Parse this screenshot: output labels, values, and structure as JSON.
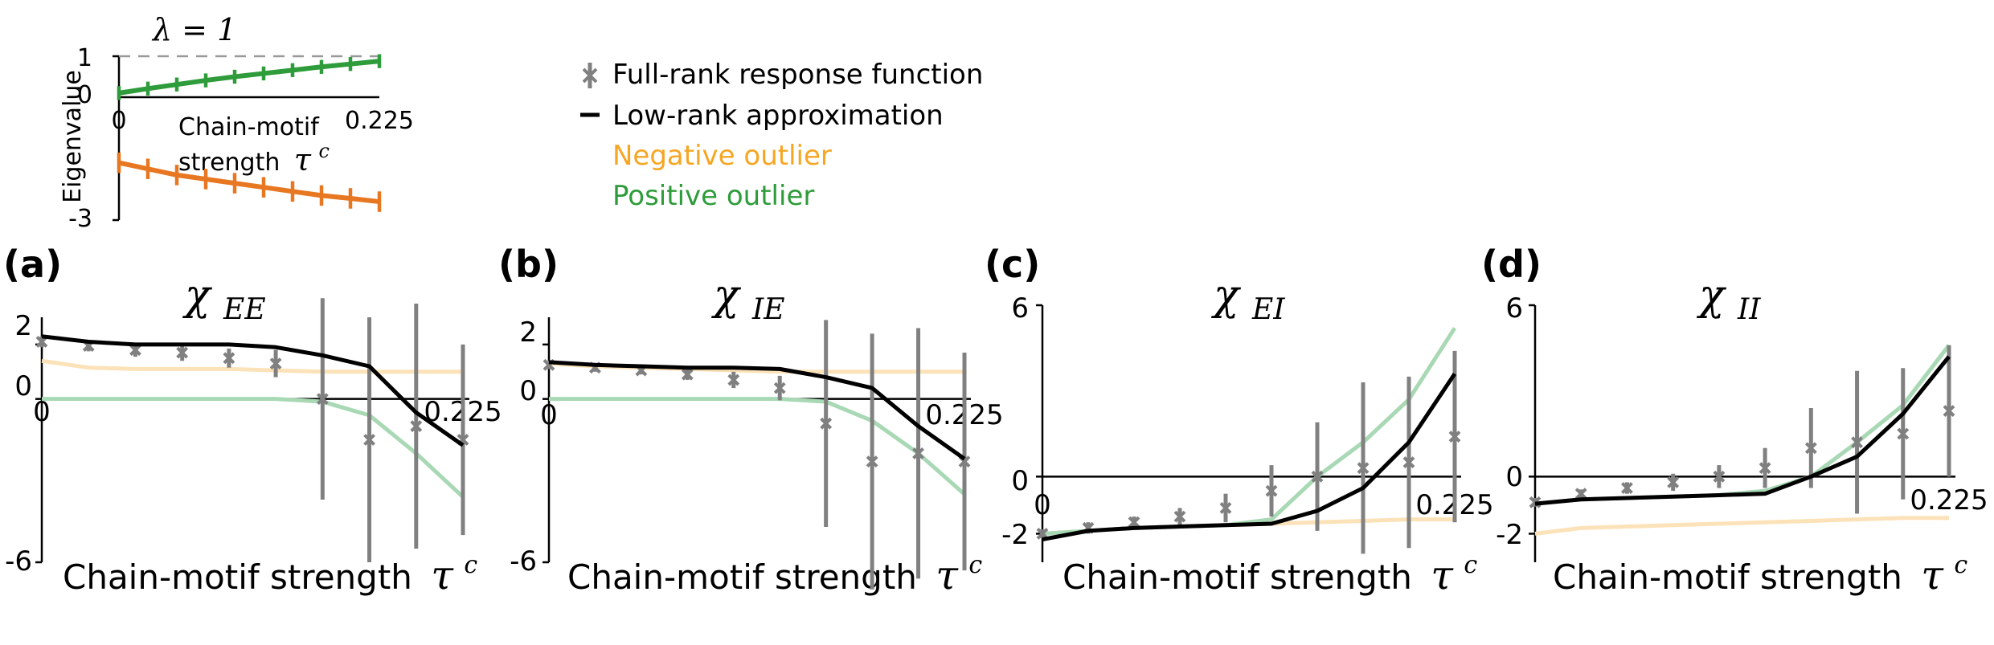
{
  "colors": {
    "fullrank": "#808080",
    "lowrank": "#000000",
    "negative": "#f6a623",
    "positive": "#2e9c3a",
    "inset_negative": "#e87722",
    "inset_positive": "#2e9c3a",
    "negative_faint": "#fce2b8",
    "positive_faint": "#a8d8b4",
    "dashed": "#999999"
  },
  "legend": {
    "items": [
      {
        "label": "Full-rank response function",
        "marker": "x-errorbar",
        "color": "#808080"
      },
      {
        "label": "Low-rank approximation",
        "marker": "line",
        "color": "#000000"
      },
      {
        "label": "Negative outlier",
        "marker": "none",
        "color": "#f6a623"
      },
      {
        "label": "Positive outlier",
        "marker": "none",
        "color": "#2e9c3a"
      }
    ]
  },
  "chart_data": [
    {
      "type": "line",
      "id": "inset",
      "title": "λ = 1",
      "xlabel_line1": "Chain-motif",
      "xlabel_line2": "strength",
      "xlabel_symbol": "τ",
      "xlabel_sup": "c",
      "ylabel": "Eigenvalue",
      "xlim": [
        0,
        0.225
      ],
      "ylim": [
        -3,
        1
      ],
      "x_tick_labels": [
        "0",
        "0.225"
      ],
      "y_tick_labels": [
        "1",
        "0",
        "-3"
      ],
      "x": [
        0,
        0.025,
        0.05,
        0.075,
        0.1,
        0.125,
        0.15,
        0.175,
        0.2,
        0.225
      ],
      "series": [
        {
          "key": "positive",
          "values": [
            0.1,
            0.21,
            0.31,
            0.41,
            0.5,
            0.58,
            0.66,
            0.74,
            0.81,
            0.88
          ],
          "err": 0.17
        },
        {
          "key": "negative",
          "values": [
            -1.6,
            -1.75,
            -1.9,
            -2.0,
            -2.1,
            -2.2,
            -2.3,
            -2.4,
            -2.47,
            -2.55
          ],
          "err": 0.25
        }
      ],
      "reference_line": 1
    },
    {
      "type": "line",
      "id": "a",
      "panel": "(a)",
      "title_symbol": "χ",
      "title_sub": "EE",
      "xlabel": "Chain-motif strength",
      "xlabel_symbol": "τ",
      "xlabel_sup": "c",
      "xlim": [
        0,
        0.225
      ],
      "ylim": [
        -6,
        3
      ],
      "x_tick_labels": [
        "0",
        "0.225"
      ],
      "y_tick_labels": [
        "2",
        "0",
        "-6"
      ],
      "x": [
        0,
        0.025,
        0.05,
        0.075,
        0.1,
        0.125,
        0.15,
        0.175,
        0.2,
        0.225
      ],
      "fullrank": {
        "values": [
          2.1,
          1.95,
          1.8,
          1.7,
          1.5,
          1.3,
          0.0,
          -1.5,
          -1.0,
          -1.5
        ],
        "err": [
          0.2,
          0.2,
          0.25,
          0.3,
          0.35,
          0.5,
          3.7,
          4.5,
          4.5,
          3.5
        ]
      },
      "lowrank": [
        2.3,
        2.1,
        2.0,
        2.0,
        2.0,
        1.9,
        1.6,
        1.2,
        -0.5,
        -1.7
      ],
      "negative": [
        1.4,
        1.15,
        1.1,
        1.1,
        1.1,
        1.05,
        1.0,
        1.0,
        1.0,
        1.0
      ],
      "positive": [
        0,
        0,
        0,
        0,
        0,
        0,
        -0.1,
        -0.6,
        -2.0,
        -3.6
      ]
    },
    {
      "type": "line",
      "id": "b",
      "panel": "(b)",
      "title_symbol": "χ",
      "title_sub": "IE",
      "xlabel": "Chain-motif strength",
      "xlabel_symbol": "τ",
      "xlabel_sup": "c",
      "xlim": [
        0,
        0.225
      ],
      "ylim": [
        -6,
        3
      ],
      "x_tick_labels": [
        "0",
        "0.225"
      ],
      "y_tick_labels": [
        "2",
        "0",
        "-6"
      ],
      "x": [
        0,
        0.025,
        0.05,
        0.075,
        0.1,
        0.125,
        0.15,
        0.175,
        0.2,
        0.225
      ],
      "fullrank": {
        "values": [
          1.25,
          1.15,
          1.05,
          0.9,
          0.7,
          0.4,
          -0.9,
          -2.3,
          -2.0,
          -2.3
        ],
        "err": [
          0.15,
          0.15,
          0.15,
          0.2,
          0.3,
          0.45,
          3.8,
          4.7,
          4.6,
          4.0
        ]
      },
      "lowrank": [
        1.35,
        1.25,
        1.2,
        1.15,
        1.15,
        1.1,
        0.8,
        0.4,
        -1.0,
        -2.2
      ],
      "negative": [
        1.3,
        1.2,
        1.15,
        1.1,
        1.05,
        1.0,
        1.0,
        1.0,
        1.0,
        1.0
      ],
      "positive": [
        0,
        0,
        0,
        0,
        0,
        0,
        -0.1,
        -0.8,
        -2.0,
        -3.5
      ]
    },
    {
      "type": "line",
      "id": "c",
      "panel": "(c)",
      "title_symbol": "χ",
      "title_sub": "EI",
      "xlabel": "Chain-motif strength",
      "xlabel_symbol": "τ",
      "xlabel_sup": "c",
      "xlim": [
        0,
        0.225
      ],
      "ylim": [
        -3,
        6
      ],
      "x_tick_labels": [
        "0",
        "0.225"
      ],
      "y_tick_labels": [
        "6",
        "0",
        "-2"
      ],
      "x": [
        0,
        0.025,
        0.05,
        0.075,
        0.1,
        0.125,
        0.15,
        0.175,
        0.2,
        0.225
      ],
      "fullrank": {
        "values": [
          -2.0,
          -1.8,
          -1.6,
          -1.4,
          -1.1,
          -0.5,
          0.0,
          0.3,
          0.5,
          1.4
        ],
        "err": [
          0.15,
          0.2,
          0.2,
          0.3,
          0.5,
          0.9,
          1.9,
          3.0,
          3.0,
          3.0
        ]
      },
      "lowrank": [
        -2.2,
        -1.9,
        -1.8,
        -1.75,
        -1.7,
        -1.65,
        -1.2,
        -0.4,
        1.2,
        3.6
      ],
      "negative": [
        -2.0,
        -1.9,
        -1.8,
        -1.75,
        -1.7,
        -1.65,
        -1.6,
        -1.55,
        -1.5,
        -1.5
      ],
      "positive": [
        -2.0,
        -1.9,
        -1.8,
        -1.75,
        -1.7,
        -1.5,
        0.0,
        1.2,
        2.7,
        5.2
      ]
    },
    {
      "type": "line",
      "id": "d",
      "panel": "(d)",
      "title_symbol": "χ",
      "title_sub": "II",
      "xlabel": "Chain-motif strength",
      "xlabel_symbol": "τ",
      "xlabel_sup": "c",
      "xlim": [
        0,
        0.225
      ],
      "ylim": [
        -3,
        6
      ],
      "x_tick_labels": [
        "0",
        "0.225"
      ],
      "y_tick_labels": [
        "6",
        "0",
        "-2"
      ],
      "x": [
        0,
        0.025,
        0.05,
        0.075,
        0.1,
        0.125,
        0.15,
        0.175,
        0.2,
        0.225
      ],
      "fullrank": {
        "values": [
          -0.9,
          -0.6,
          -0.4,
          -0.2,
          0.0,
          0.3,
          1.0,
          1.2,
          1.5,
          2.3
        ],
        "err": [
          0.15,
          0.15,
          0.2,
          0.3,
          0.4,
          0.7,
          1.4,
          2.5,
          2.3,
          2.3
        ]
      },
      "lowrank": [
        -0.95,
        -0.8,
        -0.75,
        -0.7,
        -0.65,
        -0.6,
        0.0,
        0.7,
        2.2,
        4.2
      ],
      "negative": [
        -2.0,
        -1.8,
        -1.75,
        -1.7,
        -1.65,
        -1.6,
        -1.55,
        -1.5,
        -1.45,
        -1.45
      ],
      "positive": [
        -0.95,
        -0.8,
        -0.75,
        -0.7,
        -0.65,
        -0.5,
        0.0,
        1.2,
        2.5,
        4.6
      ]
    }
  ]
}
